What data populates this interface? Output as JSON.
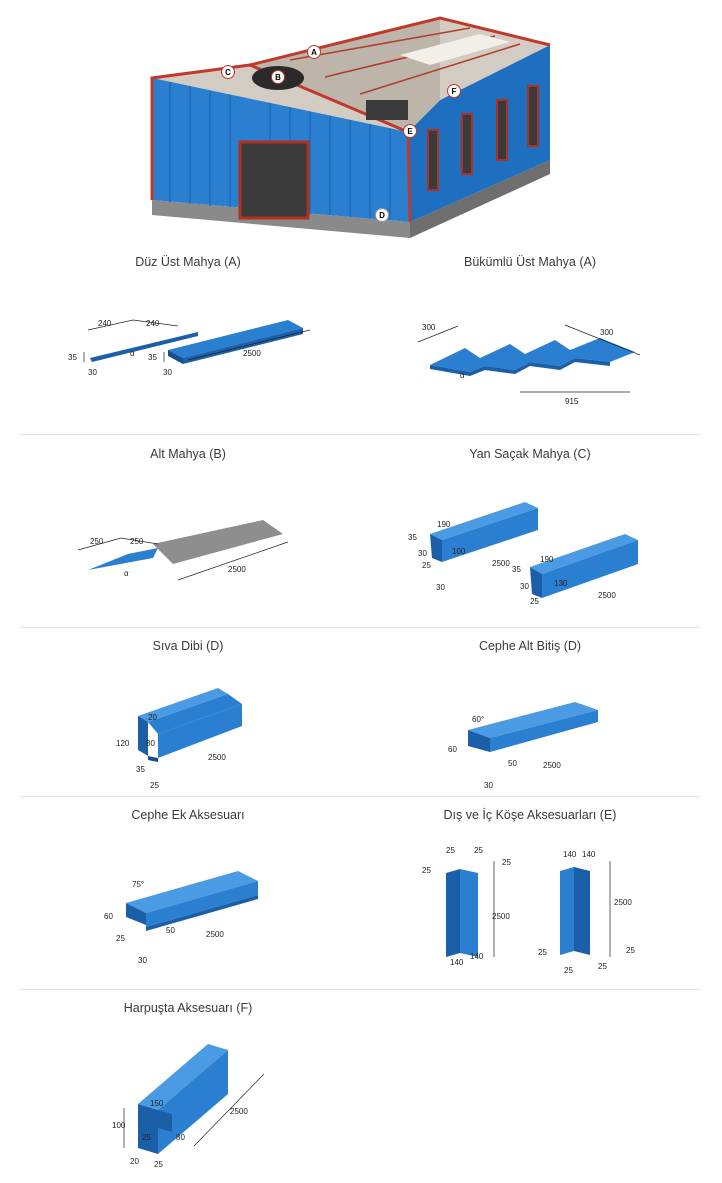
{
  "colors": {
    "panel": "#2a7fd1",
    "panel_dark": "#1a5fa8",
    "panel_light": "#4a9be3",
    "roof": "#c9c2b8",
    "trim": "#c0392b",
    "base": "#8a8a8a",
    "grey_sheet": "#8e8e8e"
  },
  "building": {
    "markers": [
      "A",
      "B",
      "C",
      "D",
      "E",
      "F"
    ]
  },
  "items": [
    {
      "title": "Düz Üst Mahya (A)",
      "dims": [
        "240",
        "240",
        "35",
        "35",
        "30",
        "30",
        "2500",
        "α"
      ]
    },
    {
      "title": "Bükümlü Üst Mahya (A)",
      "dims": [
        "300",
        "300",
        "α",
        "915"
      ]
    },
    {
      "title": "Alt Mahya (B)",
      "dims": [
        "250",
        "250",
        "α",
        "2500"
      ]
    },
    {
      "title": "Yan Saçak Mahya (C)",
      "dims": [
        "190",
        "35",
        "30",
        "100",
        "25",
        "30",
        "2500",
        "190",
        "35",
        "30",
        "130",
        "25",
        "2500"
      ]
    },
    {
      "title": "Sıva Dibi (D)",
      "dims": [
        "20",
        "120",
        "80",
        "35",
        "25",
        "2500"
      ]
    },
    {
      "title": "Cephe Alt Bitiş (D)",
      "dims": [
        "60°",
        "60",
        "50",
        "30",
        "2500"
      ]
    },
    {
      "title": "Cephe Ek Aksesuarı",
      "dims": [
        "75°",
        "60",
        "25",
        "50",
        "30",
        "2500"
      ]
    },
    {
      "title": "Dış ve İç Köşe Aksesuarları (E)",
      "dims": [
        "25",
        "25",
        "25",
        "25",
        "2500",
        "140",
        "140",
        "140",
        "140",
        "2500",
        "25",
        "25",
        "25",
        "25"
      ]
    },
    {
      "title": "Harpuşta Aksesuarı (F)",
      "dims": [
        "150",
        "100",
        "25",
        "80",
        "20",
        "25",
        "2500"
      ]
    }
  ]
}
